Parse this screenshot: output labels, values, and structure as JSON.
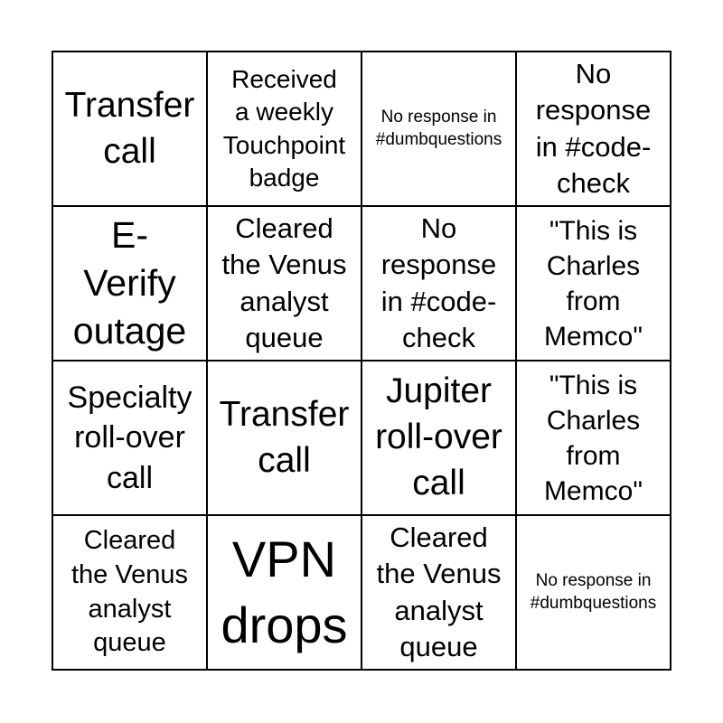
{
  "card": {
    "grid": {
      "rows": 4,
      "columns": 4
    },
    "colors": {
      "background": "#ffffff",
      "grid_line": "#000000",
      "text": "#000000"
    },
    "cells": [
      {
        "id": "r1c1",
        "text": "Transfer call",
        "lines": [
          "Transfer",
          "call"
        ]
      },
      {
        "id": "r1c2",
        "text": "Received a weekly Touchpoint badge",
        "lines": [
          "Received",
          "a weekly",
          "Touchpoint",
          "badge"
        ]
      },
      {
        "id": "r1c3",
        "text": "No response in #dumbquestions",
        "lines": [
          "No response in",
          "#dumbquestions"
        ]
      },
      {
        "id": "r1c4",
        "text": "No response in #code-check",
        "lines": [
          "No",
          "response",
          "in #code-",
          "check"
        ]
      },
      {
        "id": "r2c1",
        "text": "E-Verify outage",
        "lines": [
          "E-",
          "Verify",
          "outage"
        ]
      },
      {
        "id": "r2c2",
        "text": "Cleared the Venus analyst queue",
        "lines": [
          "Cleared",
          "the Venus",
          "analyst",
          "queue"
        ]
      },
      {
        "id": "r2c3",
        "text": "No response in #code-check",
        "lines": [
          "No",
          "response",
          "in #code-",
          "check"
        ]
      },
      {
        "id": "r2c4",
        "text": "\"This is Charles from Memco\"",
        "lines": [
          "\"This is",
          "Charles",
          "from",
          "Memco\""
        ]
      },
      {
        "id": "r3c1",
        "text": "Specialty roll-over call",
        "lines": [
          "Specialty",
          "roll-over",
          "call"
        ]
      },
      {
        "id": "r3c2",
        "text": "Transfer call",
        "lines": [
          "Transfer",
          "call"
        ]
      },
      {
        "id": "r3c3",
        "text": "Jupiter roll-over call",
        "lines": [
          "Jupiter",
          "roll-over",
          "call"
        ]
      },
      {
        "id": "r3c4",
        "text": "\"This is Charles from Memco\"",
        "lines": [
          "\"This is",
          "Charles",
          "from",
          "Memco\""
        ]
      },
      {
        "id": "r4c1",
        "text": "Cleared the Venus analyst queue",
        "lines": [
          "Cleared",
          "the Venus",
          "analyst",
          "queue"
        ]
      },
      {
        "id": "r4c2",
        "text": "VPN drops",
        "lines": [
          "VPN",
          "drops"
        ]
      },
      {
        "id": "r4c3",
        "text": "Cleared the Venus analyst queue",
        "lines": [
          "Cleared",
          "the Venus",
          "analyst",
          "queue"
        ]
      },
      {
        "id": "r4c4",
        "text": "No response in #dumbquestions",
        "lines": [
          "No response in",
          "#dumbquestions"
        ]
      }
    ]
  }
}
